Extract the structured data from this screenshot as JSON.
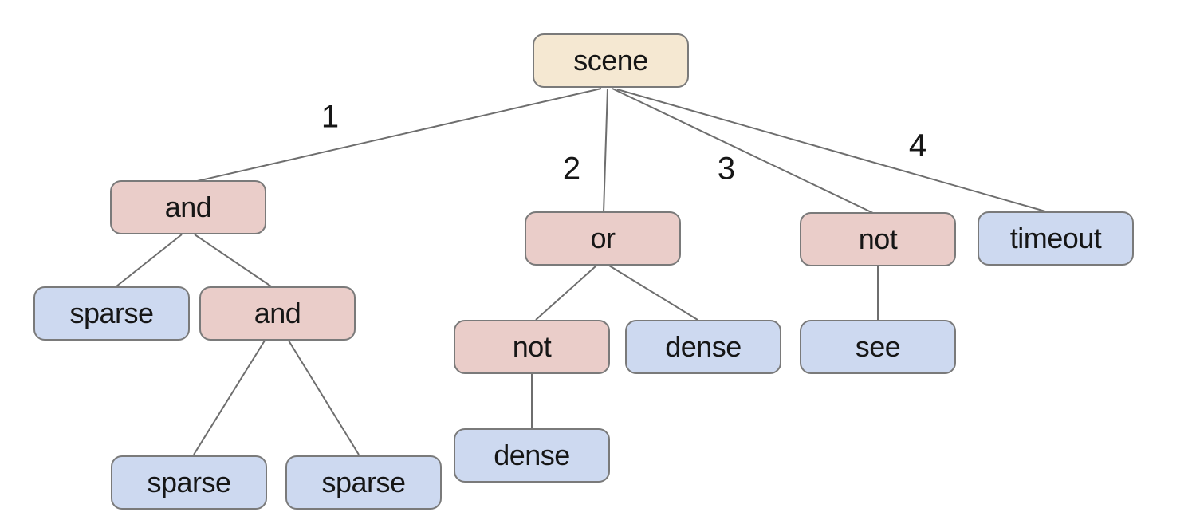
{
  "diagram": {
    "nodes": {
      "scene": {
        "label": "scene",
        "kind": "root"
      },
      "and1": {
        "label": "and",
        "kind": "operator"
      },
      "or1": {
        "label": "or",
        "kind": "operator"
      },
      "not1": {
        "label": "not",
        "kind": "operator"
      },
      "timeout1": {
        "label": "timeout",
        "kind": "leaf"
      },
      "sparse1": {
        "label": "sparse",
        "kind": "leaf"
      },
      "and2": {
        "label": "and",
        "kind": "operator"
      },
      "not2": {
        "label": "not",
        "kind": "operator"
      },
      "dense1": {
        "label": "dense",
        "kind": "leaf"
      },
      "see1": {
        "label": "see",
        "kind": "leaf"
      },
      "dense2": {
        "label": "dense",
        "kind": "leaf"
      },
      "sparse2": {
        "label": "sparse",
        "kind": "leaf"
      },
      "sparse3": {
        "label": "sparse",
        "kind": "leaf"
      }
    },
    "edge_labels": {
      "e1": "1",
      "e2": "2",
      "e3": "3",
      "e4": "4"
    },
    "edges": [
      {
        "from": "scene",
        "to": "and1",
        "label": "1"
      },
      {
        "from": "scene",
        "to": "or1",
        "label": "2"
      },
      {
        "from": "scene",
        "to": "not1",
        "label": "3"
      },
      {
        "from": "scene",
        "to": "timeout1",
        "label": "4"
      },
      {
        "from": "and1",
        "to": "sparse1",
        "label": ""
      },
      {
        "from": "and1",
        "to": "and2",
        "label": ""
      },
      {
        "from": "and2",
        "to": "sparse2",
        "label": ""
      },
      {
        "from": "and2",
        "to": "sparse3",
        "label": ""
      },
      {
        "from": "or1",
        "to": "not2",
        "label": ""
      },
      {
        "from": "or1",
        "to": "dense1",
        "label": ""
      },
      {
        "from": "not2",
        "to": "dense2",
        "label": ""
      },
      {
        "from": "not1",
        "to": "see1",
        "label": ""
      }
    ],
    "colors": {
      "root_fill": "#f5e8d2",
      "operator_fill": "#eacdc9",
      "leaf_fill": "#cdd9f0",
      "node_border": "#7a7a7a",
      "edge_line": "#6e6e6e",
      "text": "#161616"
    }
  }
}
